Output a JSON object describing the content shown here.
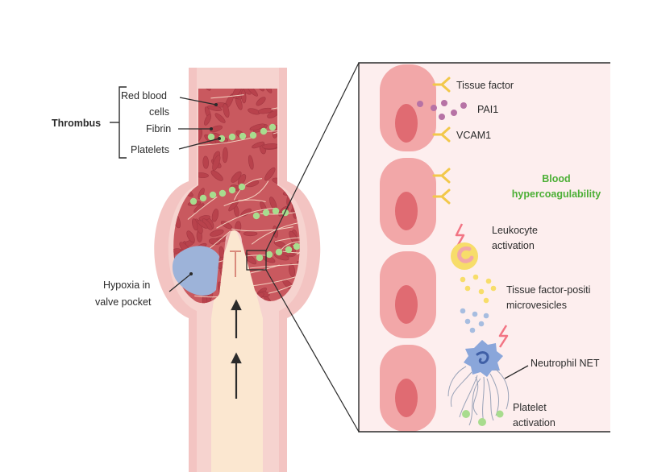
{
  "vessel_labels": {
    "thrombus": "Thrombus",
    "red_blood_cells_line1": "Red blood",
    "red_blood_cells_line2": "cells",
    "fibrin": "Fibrin",
    "platelets": "Platelets",
    "hypoxia_line1": "Hypoxia in",
    "hypoxia_line2": "valve pocket"
  },
  "inset_labels": {
    "tissue_factor": "Tissue factor",
    "pai1": "PAI1",
    "vcam1": "VCAM1",
    "blood_hyper_line1": "Blood",
    "blood_hyper_line2": "hypercoagulability",
    "leukocyte_line1": "Leukocyte",
    "leukocyte_line2": "activation",
    "tf_micro_line1": "Tissue factor-positi",
    "tf_micro_line2": "microvesicles",
    "neutrophil": "Neutrophil NET",
    "platelet_act_line1": "Platelet",
    "platelet_act_line2": "activation"
  },
  "colors": {
    "vessel_wall": "#f3c4c2",
    "vessel_wall_dark": "#e8a5a5",
    "lumen": "#fbe7d0",
    "thrombus_bg": "#c9595f",
    "rbc": "#b8424c",
    "fibrin": "#fde9d4",
    "platelet": "#a8dc8e",
    "hypoxia": "#9db3d9",
    "inset_bg": "#fdeeee",
    "endothelial": "#f2a7a8",
    "nucleus": "#e06b72",
    "receptor": "#f2c84a",
    "pai1_dot": "#b772a5",
    "accent_green": "#4caf36",
    "leuko_yellow": "#f7dd6a",
    "lightning": "#f27584",
    "microvesicle": "#a7bde0",
    "neutrophil": "#8aa6da"
  }
}
